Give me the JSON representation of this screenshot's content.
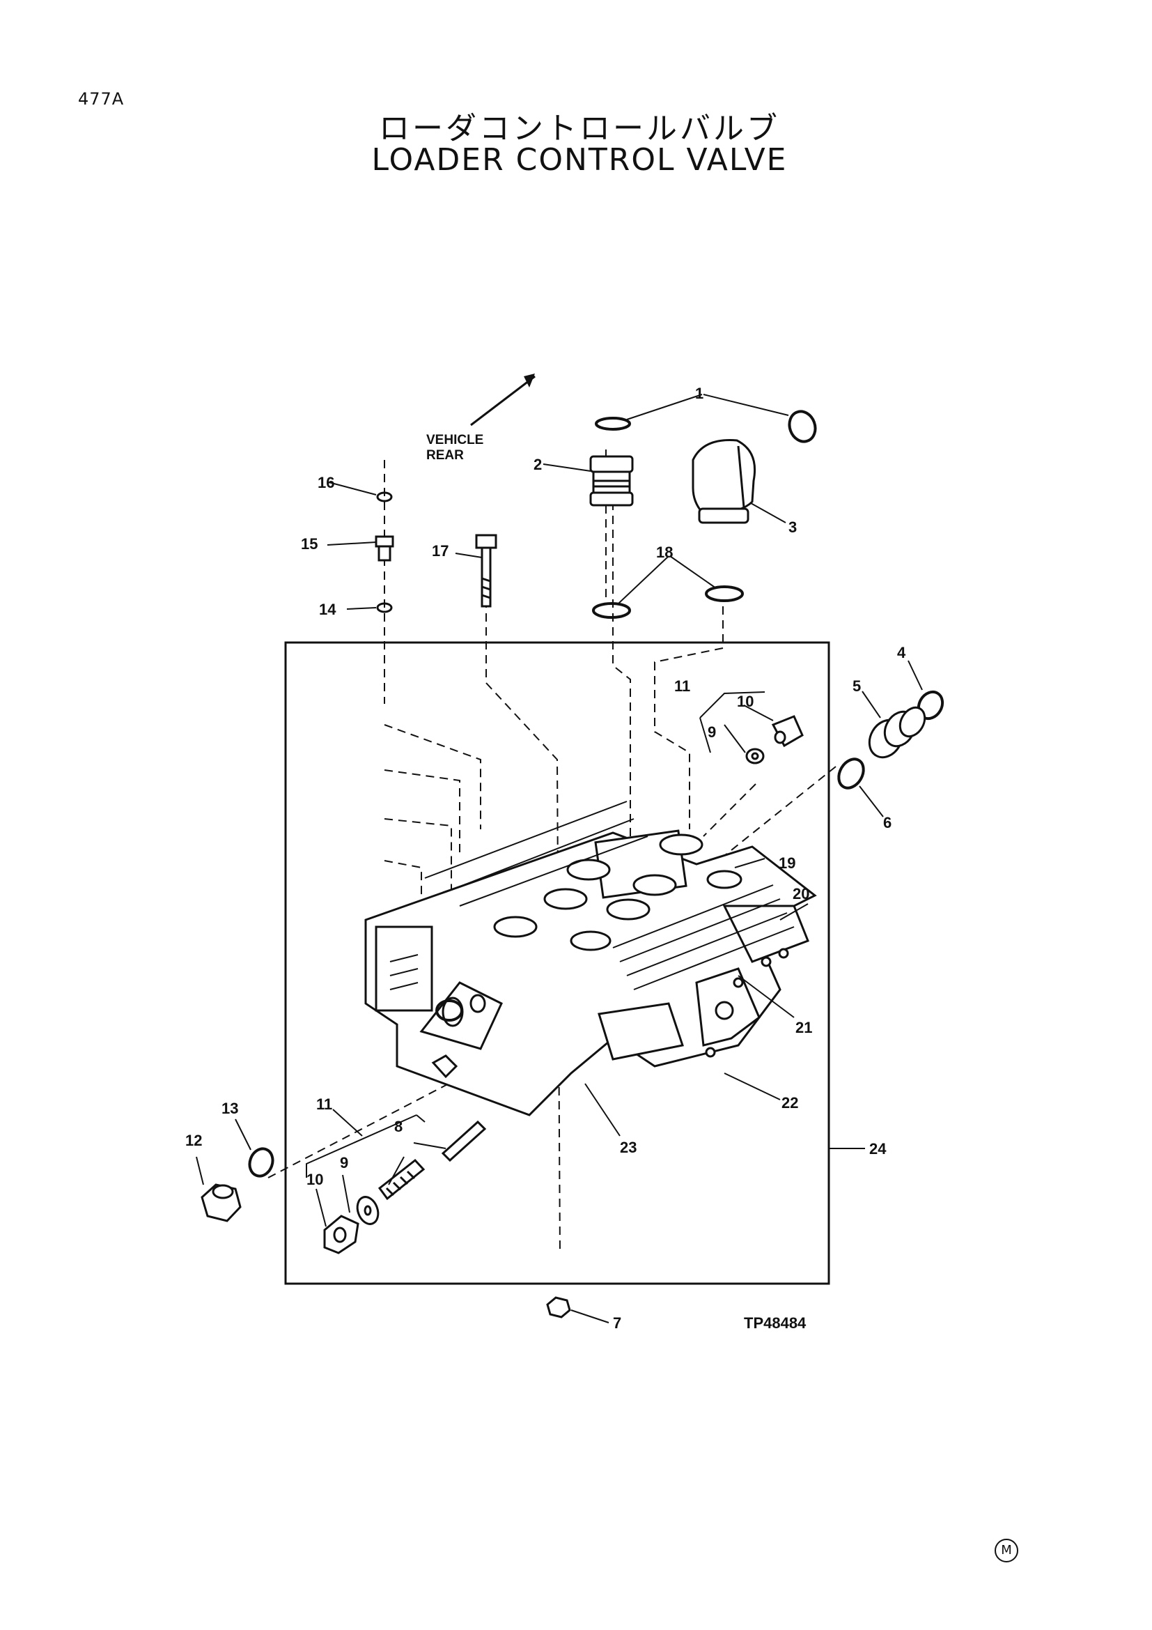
{
  "page_number": "477A",
  "title_jp": "ローダコントロールバルブ",
  "title_en": "LOADER CONTROL VALVE",
  "direction_label": [
    "VEHICLE",
    "REAR"
  ],
  "figure_code": "TP48484",
  "mark": "M",
  "callouts": [
    "1",
    "2",
    "3",
    "4",
    "5",
    "6",
    "7",
    "8",
    "9",
    "10",
    "11",
    "12",
    "13",
    "14",
    "15",
    "16",
    "17",
    "18",
    "19",
    "20",
    "21",
    "22",
    "23",
    "24",
    "11",
    "9",
    "10"
  ]
}
